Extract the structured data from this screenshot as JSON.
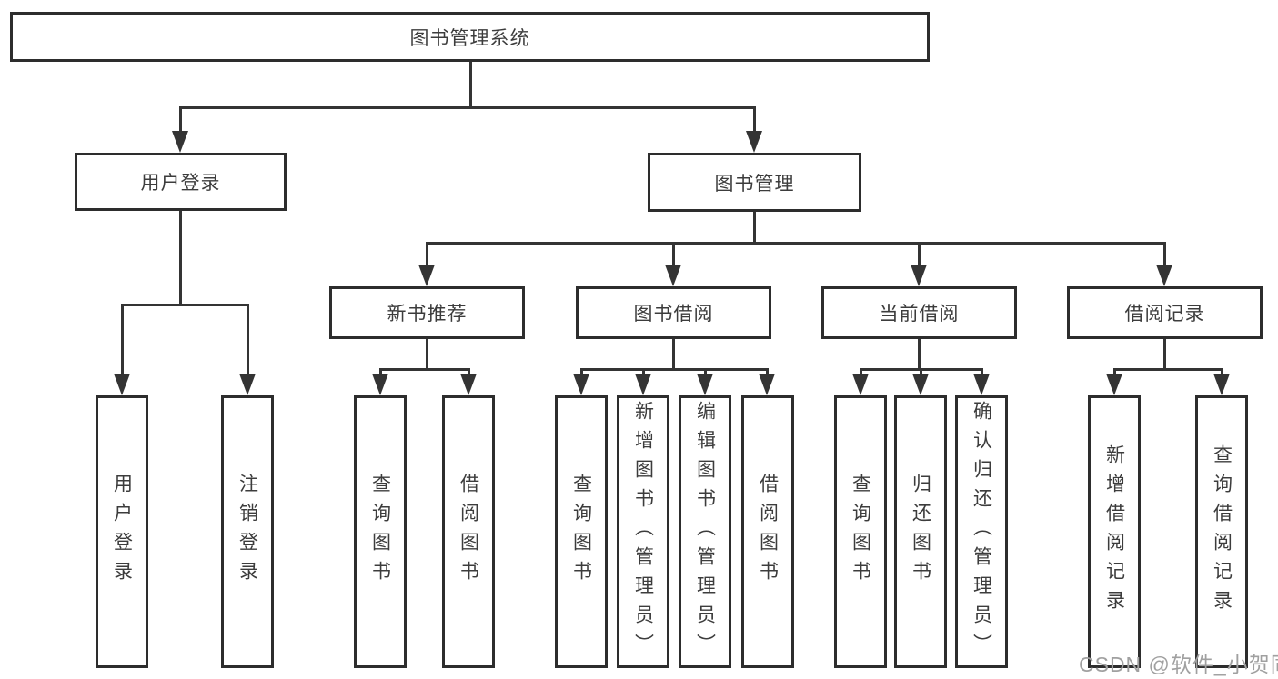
{
  "diagram_title": "图书管理系统",
  "tree": {
    "label": "图书管理系统",
    "children": [
      {
        "label": "用户登录",
        "children": [
          {
            "label": "用户登录"
          },
          {
            "label": "注销登录"
          }
        ]
      },
      {
        "label": "图书管理",
        "children": [
          {
            "label": "新书推荐",
            "children": [
              {
                "label": "查询图书"
              },
              {
                "label": "借阅图书"
              }
            ]
          },
          {
            "label": "图书借阅",
            "children": [
              {
                "label": "查询图书"
              },
              {
                "label": "新增图书（管理员）"
              },
              {
                "label": "编辑图书（管理员）"
              },
              {
                "label": "借阅图书"
              }
            ]
          },
          {
            "label": "当前借阅",
            "children": [
              {
                "label": "查询图书"
              },
              {
                "label": "归还图书"
              },
              {
                "label": "确认归还（管理员）"
              }
            ]
          },
          {
            "label": "借阅记录",
            "children": [
              {
                "label": "新增借阅记录"
              },
              {
                "label": "查询借阅记录"
              }
            ]
          }
        ]
      }
    ]
  },
  "watermark": {
    "text": "CSDN @软件_小贺同学"
  },
  "colors": {
    "line": "#343434",
    "border": "#2d2d2d",
    "text": "#3c3c3c",
    "watermark": "#a0a0a0",
    "background": "#ffffff"
  }
}
